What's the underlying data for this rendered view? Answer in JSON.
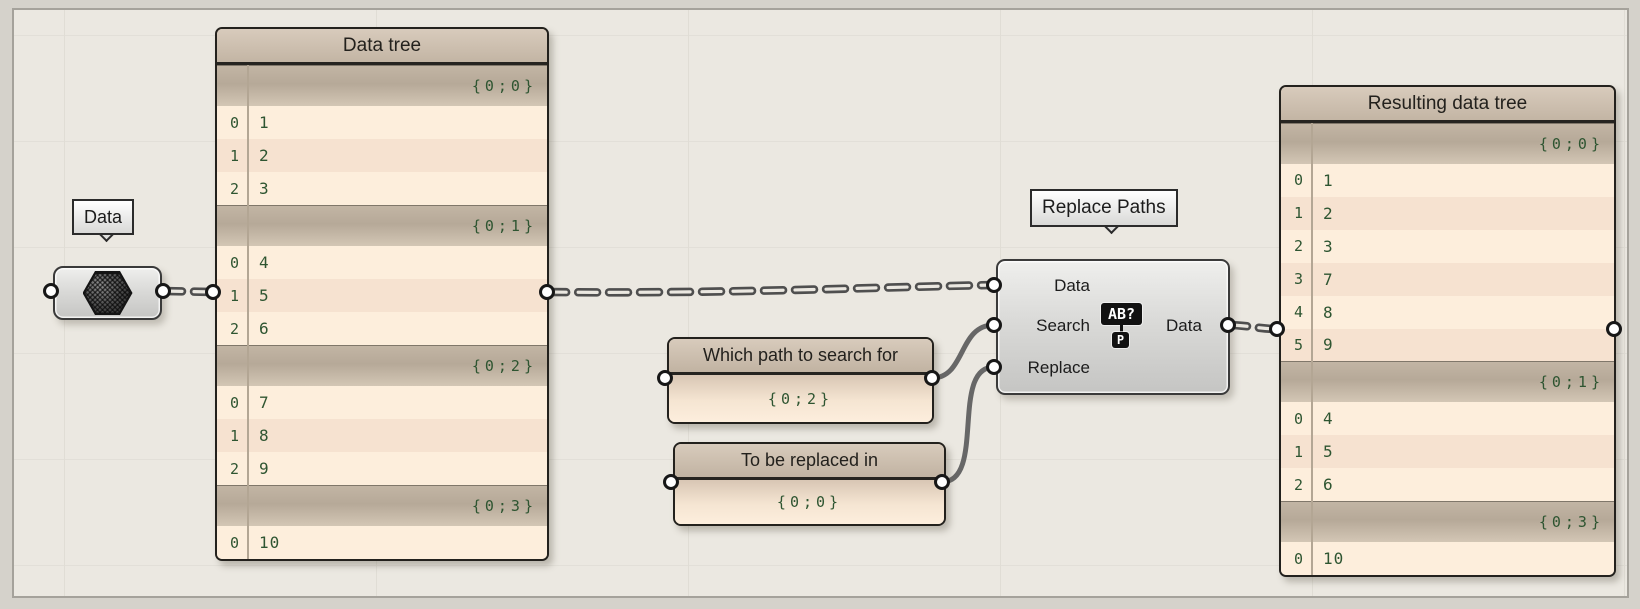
{
  "tooltips": {
    "data_param": "Data",
    "replace_paths": "Replace Paths"
  },
  "panels": {
    "data_tree": {
      "title": "Data tree",
      "branches": [
        {
          "path": "{0;0}",
          "items": [
            "1",
            "2",
            "3"
          ]
        },
        {
          "path": "{0;1}",
          "items": [
            "4",
            "5",
            "6"
          ]
        },
        {
          "path": "{0;2}",
          "items": [
            "7",
            "8",
            "9"
          ]
        },
        {
          "path": "{0;3}",
          "items": [
            "10"
          ]
        }
      ]
    },
    "result_tree": {
      "title": "Resulting data tree",
      "branches": [
        {
          "path": "{0;0}",
          "items": [
            "1",
            "2",
            "3",
            "7",
            "8",
            "9"
          ]
        },
        {
          "path": "{0;1}",
          "items": [
            "4",
            "5",
            "6"
          ]
        },
        {
          "path": "{0;3}",
          "items": [
            "10"
          ]
        }
      ]
    },
    "search": {
      "title": "Which path to search for",
      "value": "{0;2}"
    },
    "replace": {
      "title": "To be replaced in",
      "value": "{0;0}"
    }
  },
  "component": {
    "name": "Replace Paths",
    "inputs": [
      "Data",
      "Search",
      "Replace"
    ],
    "outputs": [
      "Data"
    ],
    "icon": {
      "top": "AB?",
      "bottom": "P"
    }
  },
  "colors": {
    "accent_green": "#2e5531",
    "panel_cream": "#fdeedc",
    "panel_cream_alt": "#f6e2d0",
    "header_tan": "#c7baa9",
    "wire_gray": "#5f5f5f",
    "canvas_bg": "#ebe8e1"
  }
}
